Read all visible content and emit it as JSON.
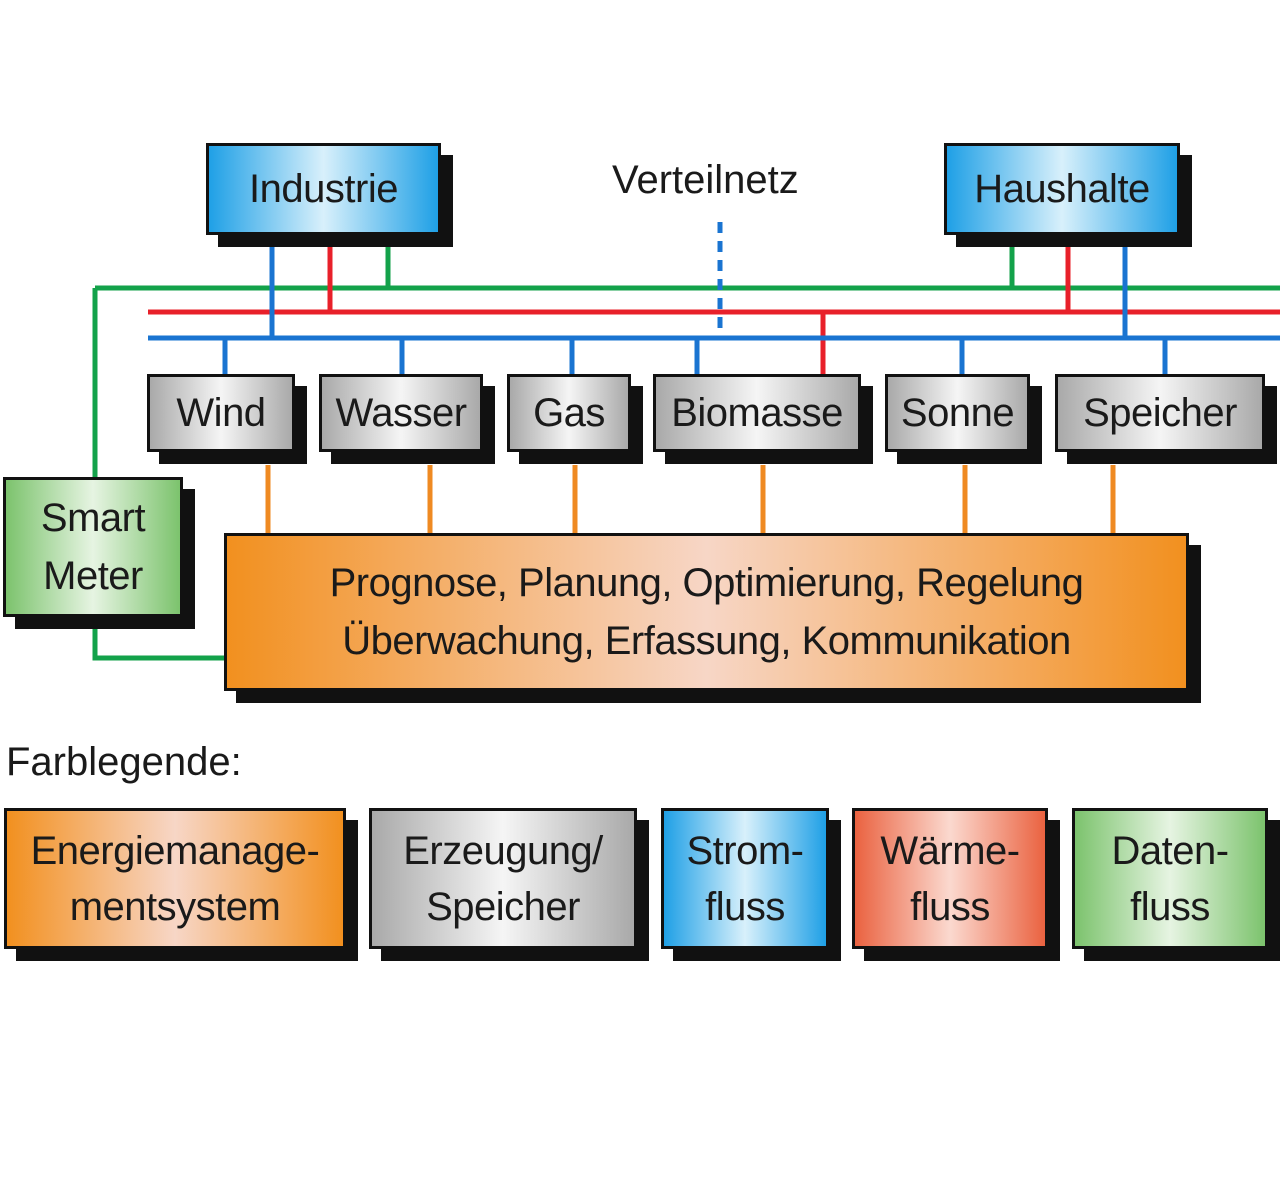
{
  "diagram": {
    "network_label": "Verteilnetz",
    "consumers": [
      {
        "id": "industrie",
        "label": "Industrie"
      },
      {
        "id": "haushalte",
        "label": "Haushalte"
      }
    ],
    "sources": [
      {
        "id": "wind",
        "label": "Wind"
      },
      {
        "id": "wasser",
        "label": "Wasser"
      },
      {
        "id": "gas",
        "label": "Gas"
      },
      {
        "id": "biomasse",
        "label": "Biomasse"
      },
      {
        "id": "sonne",
        "label": "Sonne"
      },
      {
        "id": "speicher",
        "label": "Speicher"
      }
    ],
    "smart_meter": "Smart\nMeter",
    "ems": "Prognose, Planung, Optimierung, Regelung\nÜberwachung, Erfassung, Kommunikation"
  },
  "legend": {
    "title": "Farblegende:",
    "items": [
      {
        "label": "Energiemanage-\nmentsystem",
        "color": "#f2901f"
      },
      {
        "label": "Erzeugung/\nSpeicher",
        "color": "#a9a9a9"
      },
      {
        "label": "Strom-\nfluss",
        "color": "#1fa0e6"
      },
      {
        "label": "Wärme-\nfluss",
        "color": "#ea6240"
      },
      {
        "label": "Daten-\nfluss",
        "color": "#7cc36d"
      }
    ]
  },
  "colors": {
    "power": "#1a74d1",
    "heat": "#e8202a",
    "data": "#13a24a",
    "control": "#ef8a22"
  }
}
